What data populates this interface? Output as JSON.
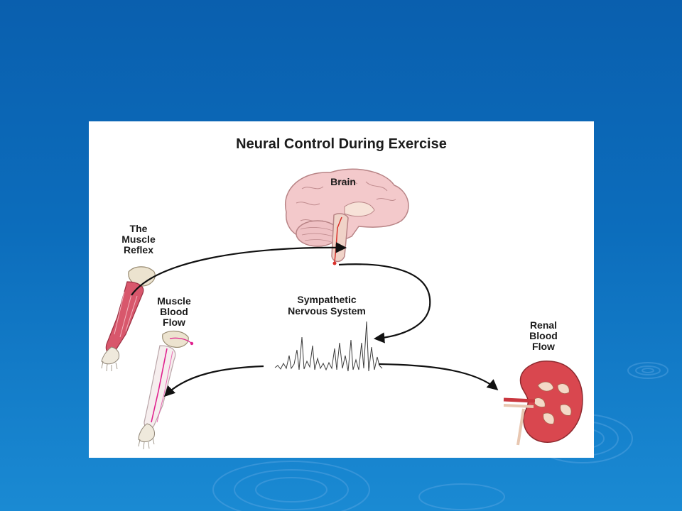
{
  "diagram": {
    "title": "Neural Control During Exercise",
    "labels": {
      "brain": "Brain",
      "muscle_reflex": "The\nMuscle\nReflex",
      "muscle_blood_flow": "Muscle\nBlood\nFlow",
      "sympathetic_nervous_system": "Sympathetic\nNervous System",
      "renal_blood_flow": "Renal\nBlood\nFlow"
    }
  },
  "colors": {
    "background": "#0c6dbc",
    "figure_background": "#ffffff",
    "arrow": "#111111",
    "brain_tissue": "#f1c6c8",
    "muscle": "#d9556b",
    "kidney": "#d8474f",
    "nerve_highlight": "#e0208e"
  }
}
